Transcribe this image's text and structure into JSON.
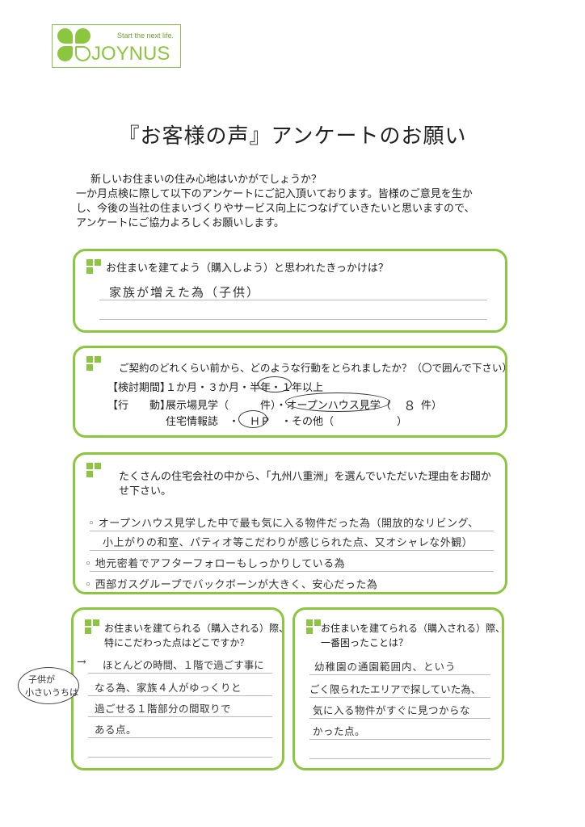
{
  "logo": {
    "slogan": "Start the next life.",
    "brand": "JOYNUS",
    "icon": "clover-icon",
    "color": "#8cc63f"
  },
  "title": "『お客様の声』アンケートのお願い",
  "intro": [
    "新しいお住まいの住み心地はいかがでしょうか？",
    "一か月点検に際して以下のアンケートにご記入頂いております。皆様のご意見を生か",
    "し、今後の当社の住まいづくりやサービス向上につなげていきたいと思いますので、",
    "アンケートにご協力よろしくお願いします。"
  ],
  "q1": {
    "question": "お住まいを建てよう（購入しよう）と思われたきっかけは？",
    "answer": "家族が増えた為（子供）"
  },
  "q2": {
    "question": "ご契約のどれくらい前から、どのような行動をとられましたか？（〇で囲んで下さい）",
    "period_label": "【検討期間】",
    "period_options": "１か月・３か月・半年・１年以上",
    "period_selected": "半年",
    "action_label": "【行　　動】",
    "action_line1": "展示場見学（　　　件）・オープンハウス見学（",
    "action_count": "８",
    "action_line1_end": "件）",
    "action_line2": "住宅情報誌　・　ＨＰ　・その他（　　　　　　）",
    "action_selected": [
      "オープンハウス見学",
      "ＨＰ"
    ]
  },
  "q3": {
    "question_line1": "たくさんの住宅会社の中から、「九州八重洲」を選んでいただいた理由をお聞か",
    "question_line2": "せ下さい。",
    "answers": [
      "◦ オープンハウス見学した中で最も気に入る物件だった為（開放的なリビング、",
      "小上がりの和室、パティオ等こだわりが感じられた点、又オシャレな外観）",
      "◦ 地元密着でアフターフォローもしっかりしている為",
      "◦ 西部ガスグループでバックボーンが大きく、安心だった為"
    ]
  },
  "q4": {
    "question_line1": "お住まいを建てられる（購入される）際、",
    "question_line2": "特にこだわった点はどこですか？",
    "side_note": [
      "子供が",
      "小さいうちは"
    ],
    "answers": [
      "ほとんどの時間、１階で過ごす事に",
      "なる為、家族４人がゆっくりと",
      "過ごせる１階部分の間取りで",
      "ある点。"
    ]
  },
  "q5": {
    "question_line1": "お住まいを建てられる（購入される）際、",
    "question_line2": "一番困ったことは？",
    "answers": [
      "幼稚園の通園範囲内、という",
      "ごく限られたエリアで探していた為、",
      "気に入る物件がすぐに見つからな",
      "かった点。"
    ]
  }
}
